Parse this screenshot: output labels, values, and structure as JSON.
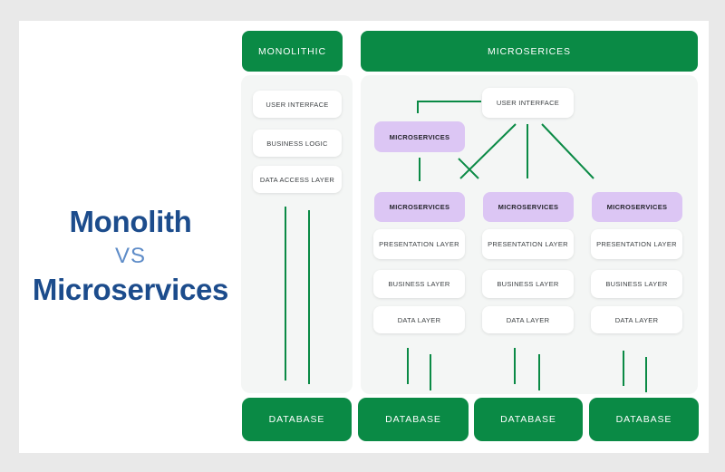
{
  "title": {
    "monolith_line": "Monolith",
    "vs_line": "VS",
    "micro_line": "Microservices"
  },
  "monolith": {
    "header_label": "MONOLITHIC",
    "layers": [
      "USER INTERFACE",
      "BUSINESS LOGIC",
      "DATA ACCESS LAYER"
    ],
    "database_label": "DATABASE"
  },
  "microservices": {
    "header_label": "MICROSERICES",
    "user_interface_label": "USER INTERFACE",
    "service_box_label": "MICROSERVICES",
    "layers": [
      "PRESENTATION LAYER",
      "BUSINESS LAYER",
      "DATA LAYER"
    ],
    "database_label": "DATABASE"
  },
  "connections": [
    "user-interface -> gateway-microservice (elbow arrow)",
    "gateway-microservice -> microservice-1 (down arrow)",
    "gateway-microservice -> microservice-2 (diagonal arrow)",
    "user-interface -> microservice-1 (diagonal arrow)",
    "user-interface -> microservice-2 (down arrow)",
    "user-interface -> microservice-3 (diagonal arrow)",
    "monolith data-access-layer <-> database (long down and up arrows)",
    "each microservice data-layer <-> its database (down and up arrow pair)"
  ],
  "colors": {
    "green": "#0a8a45",
    "lavender": "#dcc6f4",
    "title_blue": "#1c4c8c",
    "vs_blue": "#5e8cc8",
    "panel_gray": "#f4f6f5",
    "page_background": "#e9e9e9",
    "card_background": "#ffffff"
  }
}
